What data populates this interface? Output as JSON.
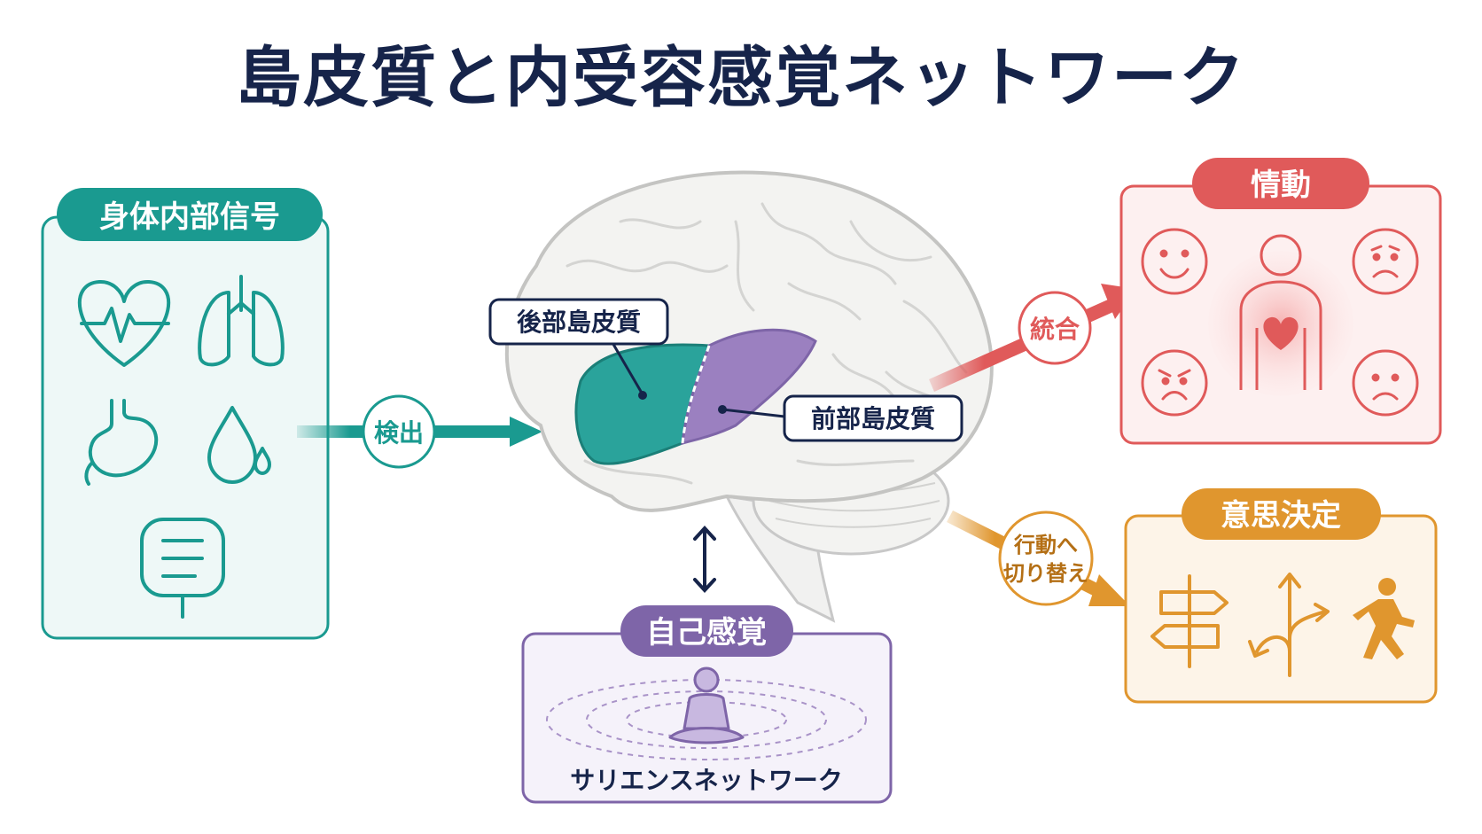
{
  "title": "島皮質と内受容感覚ネットワーク",
  "panels": {
    "body_signals": {
      "label": "身体内部信号",
      "color": "#1a9a90",
      "icons": [
        "heart-rate-icon",
        "lungs-icon",
        "stomach-icon",
        "drop-icon",
        "intestine-icon"
      ]
    },
    "emotion": {
      "label": "情動",
      "color": "#e05a5a",
      "icons": [
        "smile-face-icon",
        "worried-face-icon",
        "angry-face-icon",
        "sad-face-icon",
        "person-heart-icon"
      ]
    },
    "decision": {
      "label": "意思決定",
      "color": "#e0962e",
      "icons": [
        "signpost-icon",
        "branch-arrows-icon",
        "running-person-icon"
      ]
    },
    "self_sense": {
      "label": "自己感覚",
      "caption": "サリエンスネットワーク",
      "color": "#7e65a8",
      "icons": [
        "meditation-icon"
      ]
    }
  },
  "brain": {
    "posterior_label": "後部島皮質",
    "anterior_label": "前部島皮質",
    "posterior_color": "#2aa39b",
    "anterior_color": "#9b80c0"
  },
  "arrows": {
    "detect": "検出",
    "integrate": "統合",
    "switch_line1": "行動へ",
    "switch_line2": "切り替え"
  }
}
